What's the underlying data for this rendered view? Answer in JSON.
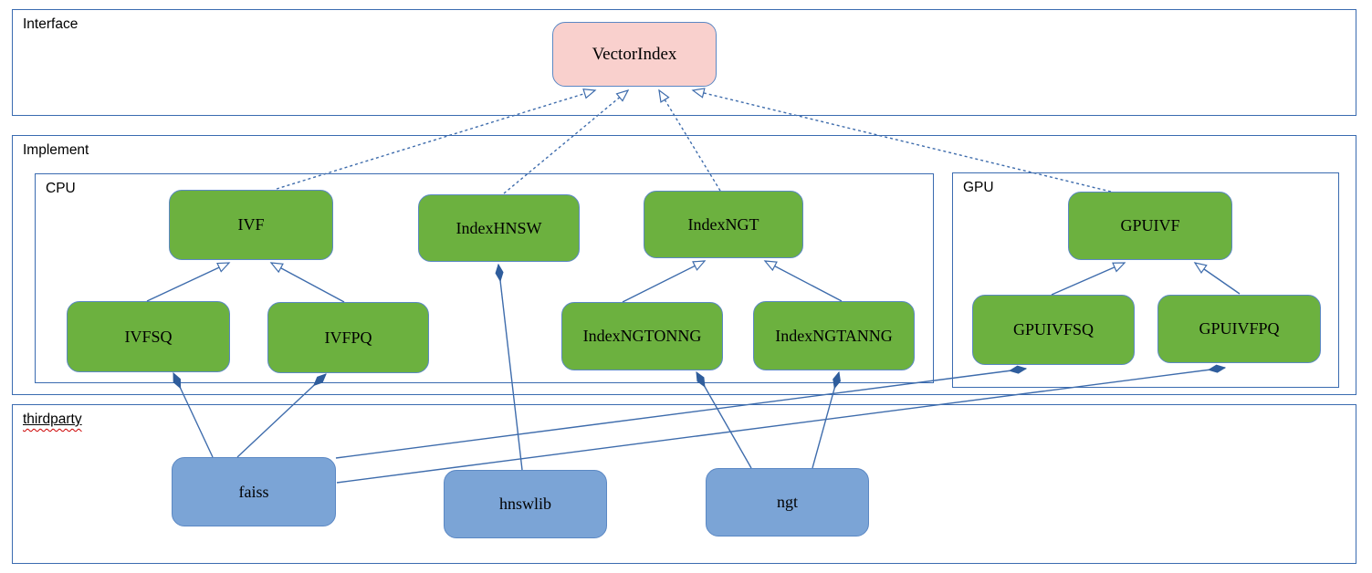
{
  "diagram": {
    "containers": {
      "interface": {
        "label": "Interface"
      },
      "implement": {
        "label": "Implement"
      },
      "cpu": {
        "label": "CPU"
      },
      "gpu": {
        "label": "GPU"
      },
      "thirdparty": {
        "label": "thirdparty",
        "spellcheck_underline": true
      }
    },
    "nodes": {
      "vectorindex": {
        "label": "VectorIndex",
        "kind": "interface"
      },
      "ivf": {
        "label": "IVF",
        "kind": "class"
      },
      "indexhnsw": {
        "label": "IndexHNSW",
        "kind": "class"
      },
      "indexngt": {
        "label": "IndexNGT",
        "kind": "class"
      },
      "gpuivf": {
        "label": "GPUIVF",
        "kind": "class"
      },
      "ivfsq": {
        "label": "IVFSQ",
        "kind": "class"
      },
      "ivfpq": {
        "label": "IVFPQ",
        "kind": "class"
      },
      "indexngtonng": {
        "label": "IndexNGTONNG",
        "kind": "class"
      },
      "indexngtanng": {
        "label": "IndexNGTANNG",
        "kind": "class"
      },
      "gpuivfsq": {
        "label": "GPUIVFSQ",
        "kind": "class"
      },
      "gpuivfpq": {
        "label": "GPUIVFPQ",
        "kind": "class"
      },
      "faiss": {
        "label": "faiss",
        "kind": "thirdparty"
      },
      "hnswlib": {
        "label": "hnswlib",
        "kind": "thirdparty"
      },
      "ngt": {
        "label": "ngt",
        "kind": "thirdparty"
      }
    },
    "edges": [
      {
        "from": "IVF",
        "to": "VectorIndex",
        "type": "realization"
      },
      {
        "from": "IndexHNSW",
        "to": "VectorIndex",
        "type": "realization"
      },
      {
        "from": "IndexNGT",
        "to": "VectorIndex",
        "type": "realization"
      },
      {
        "from": "GPUIVF",
        "to": "VectorIndex",
        "type": "realization"
      },
      {
        "from": "IVFSQ",
        "to": "IVF",
        "type": "inheritance"
      },
      {
        "from": "IVFPQ",
        "to": "IVF",
        "type": "inheritance"
      },
      {
        "from": "IndexNGTONNG",
        "to": "IndexNGT",
        "type": "inheritance"
      },
      {
        "from": "IndexNGTANNG",
        "to": "IndexNGT",
        "type": "inheritance"
      },
      {
        "from": "GPUIVFSQ",
        "to": "GPUIVF",
        "type": "inheritance"
      },
      {
        "from": "GPUIVFPQ",
        "to": "GPUIVF",
        "type": "inheritance"
      },
      {
        "from": "IndexHNSW",
        "to": "hnswlib",
        "type": "composition"
      },
      {
        "from": "IVFSQ",
        "to": "faiss",
        "type": "composition"
      },
      {
        "from": "IVFPQ",
        "to": "faiss",
        "type": "composition"
      },
      {
        "from": "IndexNGTONNG",
        "to": "ngt",
        "type": "composition"
      },
      {
        "from": "IndexNGTANNG",
        "to": "ngt",
        "type": "composition"
      },
      {
        "from": "GPUIVFSQ",
        "to": "faiss",
        "type": "composition"
      },
      {
        "from": "GPUIVFPQ",
        "to": "faiss",
        "type": "composition"
      }
    ],
    "colors": {
      "interface_fill": "#f9d0cd",
      "class_fill": "#6cb13f",
      "thirdparty_fill": "#7ba4d6",
      "box_border": "#5b88c4",
      "container_border": "#3a6bb0",
      "connector": "#3e6cac",
      "diamond": "#2f5d9c",
      "squiggle": "#cc0000"
    }
  }
}
